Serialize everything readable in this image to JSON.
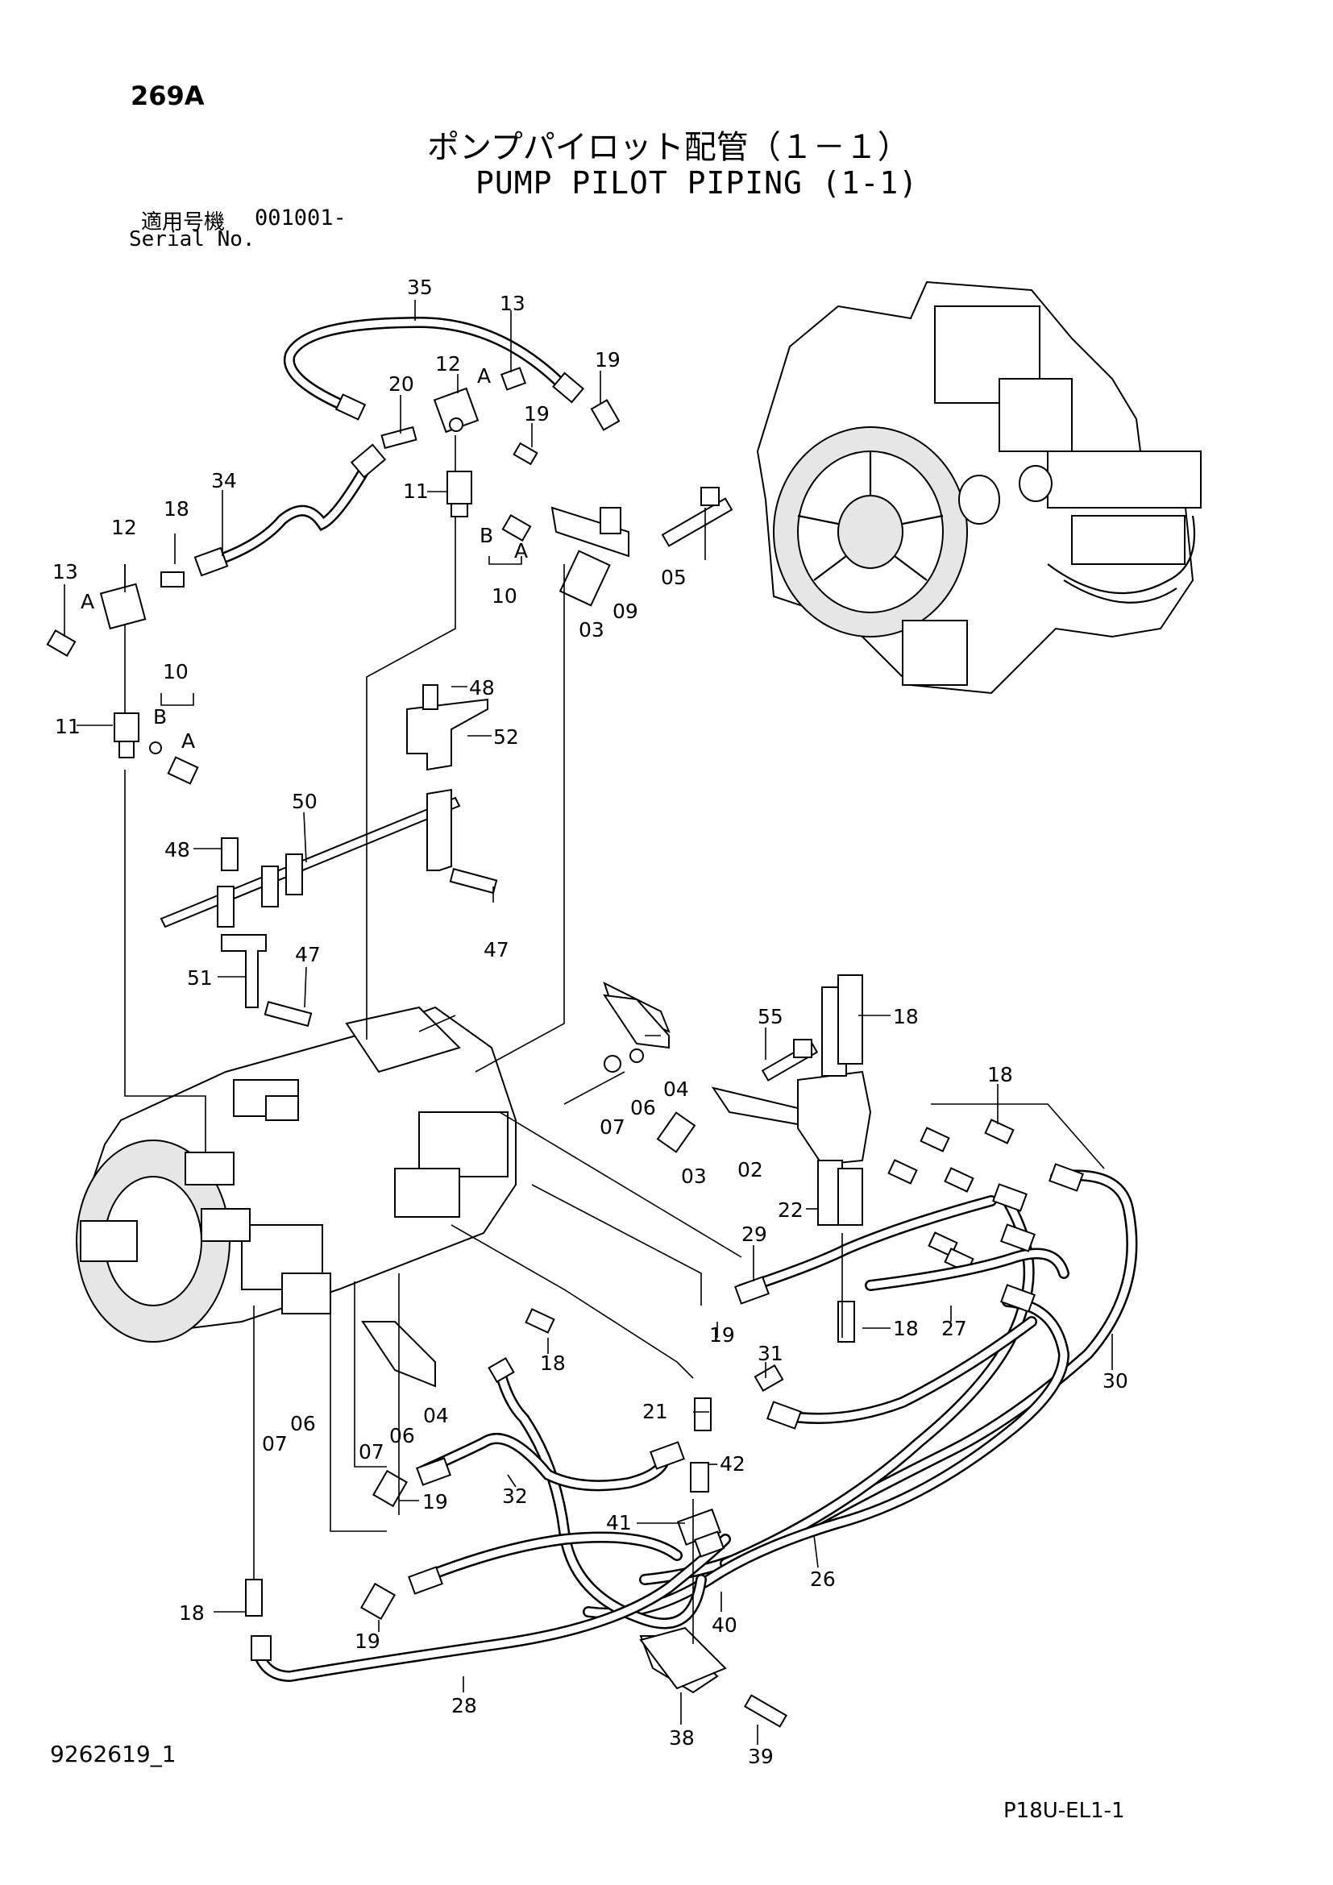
{
  "header": {
    "page_code": "269A",
    "title_jp": "ポンプパイロット配管（１－１）",
    "title_en": "PUMP PILOT PIPING (1-1)",
    "serial_label_jp": "適用号機",
    "serial_label_en": "Serial No.",
    "serial_value": "001001-"
  },
  "footer": {
    "doc_id": "9262619_1",
    "sheet_code": "P18U-EL1-1"
  },
  "diagram": {
    "illustration": "pump-pilot-piping-exploded-view",
    "callouts": [
      {
        "id": "c35",
        "label": "35"
      },
      {
        "id": "c13a",
        "label": "13"
      },
      {
        "id": "c12a",
        "label": "12"
      },
      {
        "id": "c20",
        "label": "20"
      },
      {
        "id": "c19a",
        "label": "19"
      },
      {
        "id": "c19b",
        "label": "19"
      },
      {
        "id": "cAa",
        "label": "A"
      },
      {
        "id": "c11a",
        "label": "11"
      },
      {
        "id": "cBa",
        "label": "B"
      },
      {
        "id": "cAb",
        "label": "A"
      },
      {
        "id": "c10a",
        "label": "10"
      },
      {
        "id": "c34",
        "label": "34"
      },
      {
        "id": "c18a",
        "label": "18"
      },
      {
        "id": "c12b",
        "label": "12"
      },
      {
        "id": "c13b",
        "label": "13"
      },
      {
        "id": "cAc",
        "label": "A"
      },
      {
        "id": "c05",
        "label": "05"
      },
      {
        "id": "c03a",
        "label": "03"
      },
      {
        "id": "c09",
        "label": "09"
      },
      {
        "id": "c10b",
        "label": "10"
      },
      {
        "id": "c11b",
        "label": "11"
      },
      {
        "id": "cBb",
        "label": "B"
      },
      {
        "id": "cAd",
        "label": "A"
      },
      {
        "id": "c48a",
        "label": "48"
      },
      {
        "id": "c52",
        "label": "52"
      },
      {
        "id": "c50",
        "label": "50"
      },
      {
        "id": "c48b",
        "label": "48"
      },
      {
        "id": "c47a",
        "label": "47"
      },
      {
        "id": "c51",
        "label": "51"
      },
      {
        "id": "c47b",
        "label": "47"
      },
      {
        "id": "c18b",
        "label": "18"
      },
      {
        "id": "c55",
        "label": "55"
      },
      {
        "id": "c04a",
        "label": "04"
      },
      {
        "id": "c07a",
        "label": "07"
      },
      {
        "id": "c06a",
        "label": "06"
      },
      {
        "id": "c03b",
        "label": "03"
      },
      {
        "id": "c02",
        "label": "02"
      },
      {
        "id": "c18c",
        "label": "18"
      },
      {
        "id": "c22",
        "label": "22"
      },
      {
        "id": "c29",
        "label": "29"
      },
      {
        "id": "c19c",
        "label": "19"
      },
      {
        "id": "c18d",
        "label": "18"
      },
      {
        "id": "c27",
        "label": "27"
      },
      {
        "id": "c30",
        "label": "30"
      },
      {
        "id": "c18e",
        "label": "18"
      },
      {
        "id": "c07b",
        "label": "07"
      },
      {
        "id": "c06b",
        "label": "06"
      },
      {
        "id": "c07c",
        "label": "07"
      },
      {
        "id": "c06c",
        "label": "06"
      },
      {
        "id": "c04b",
        "label": "04"
      },
      {
        "id": "c31",
        "label": "31"
      },
      {
        "id": "c21",
        "label": "21"
      },
      {
        "id": "c42",
        "label": "42"
      },
      {
        "id": "c19d",
        "label": "19"
      },
      {
        "id": "c32",
        "label": "32"
      },
      {
        "id": "c41",
        "label": "41"
      },
      {
        "id": "c26",
        "label": "26"
      },
      {
        "id": "c40",
        "label": "40"
      },
      {
        "id": "c18f",
        "label": "18"
      },
      {
        "id": "c19e",
        "label": "19"
      },
      {
        "id": "c28",
        "label": "28"
      },
      {
        "id": "c38",
        "label": "38"
      },
      {
        "id": "c39",
        "label": "39"
      }
    ]
  }
}
